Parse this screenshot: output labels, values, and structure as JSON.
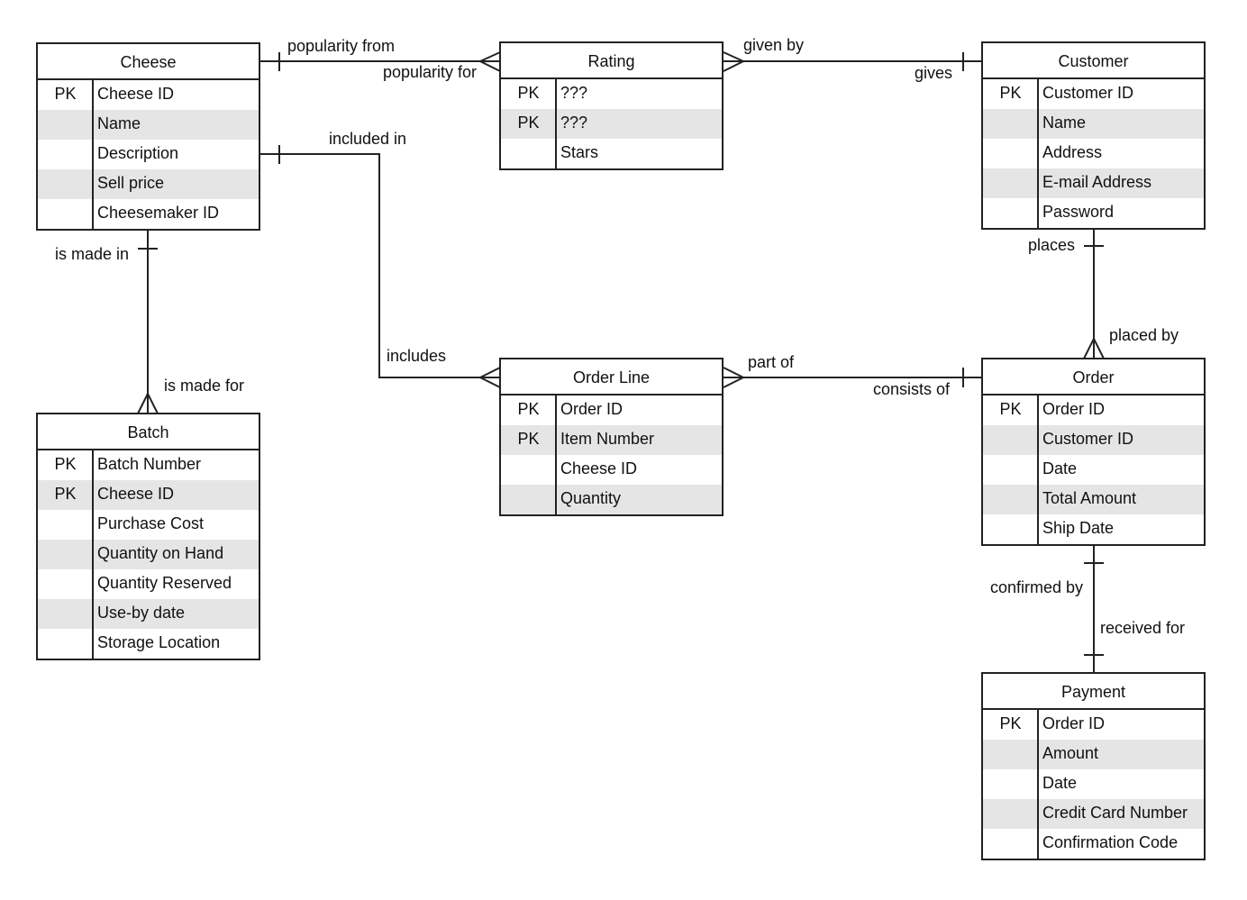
{
  "entities": {
    "cheese": {
      "title": "Cheese",
      "rows": [
        [
          "PK",
          "Cheese ID"
        ],
        [
          "",
          "Name"
        ],
        [
          "",
          "Description"
        ],
        [
          "",
          "Sell price"
        ],
        [
          "",
          "Cheesemaker ID"
        ]
      ]
    },
    "rating": {
      "title": "Rating",
      "rows": [
        [
          "PK",
          "???"
        ],
        [
          "PK",
          "???"
        ],
        [
          "",
          "Stars"
        ]
      ]
    },
    "customer": {
      "title": "Customer",
      "rows": [
        [
          "PK",
          "Customer ID"
        ],
        [
          "",
          "Name"
        ],
        [
          "",
          "Address"
        ],
        [
          "",
          "E-mail Address"
        ],
        [
          "",
          "Password"
        ]
      ]
    },
    "batch": {
      "title": "Batch",
      "rows": [
        [
          "PK",
          "Batch Number"
        ],
        [
          "PK",
          "Cheese ID"
        ],
        [
          "",
          "Purchase Cost"
        ],
        [
          "",
          "Quantity on Hand"
        ],
        [
          "",
          "Quantity Reserved"
        ],
        [
          "",
          "Use-by date"
        ],
        [
          "",
          "Storage Location"
        ]
      ]
    },
    "orderline": {
      "title": "Order Line",
      "rows": [
        [
          "PK",
          "Order ID"
        ],
        [
          "PK",
          "Item Number"
        ],
        [
          "",
          "Cheese ID"
        ],
        [
          "",
          "Quantity"
        ]
      ]
    },
    "order": {
      "title": "Order",
      "rows": [
        [
          "PK",
          "Order ID"
        ],
        [
          "",
          "Customer ID"
        ],
        [
          "",
          "Date"
        ],
        [
          "",
          "Total Amount"
        ],
        [
          "",
          "Ship Date"
        ]
      ]
    },
    "payment": {
      "title": "Payment",
      "rows": [
        [
          "PK",
          "Order ID"
        ],
        [
          "",
          "Amount"
        ],
        [
          "",
          "Date"
        ],
        [
          "",
          "Credit Card Number"
        ],
        [
          "",
          "Confirmation Code"
        ]
      ]
    }
  },
  "relationships": {
    "cheese_rating": {
      "from": "popularity from",
      "to": "popularity for"
    },
    "rating_customer": {
      "from": "given by",
      "to": "gives"
    },
    "cheese_orderline": {
      "from": "included in",
      "to": "includes"
    },
    "cheese_batch": {
      "from": "is made in",
      "to": "is made for"
    },
    "customer_order": {
      "from": "places",
      "to": "placed by"
    },
    "orderline_order": {
      "from": "part of",
      "to": "consists of"
    },
    "order_payment": {
      "from": "confirmed by",
      "to": "received for"
    }
  }
}
